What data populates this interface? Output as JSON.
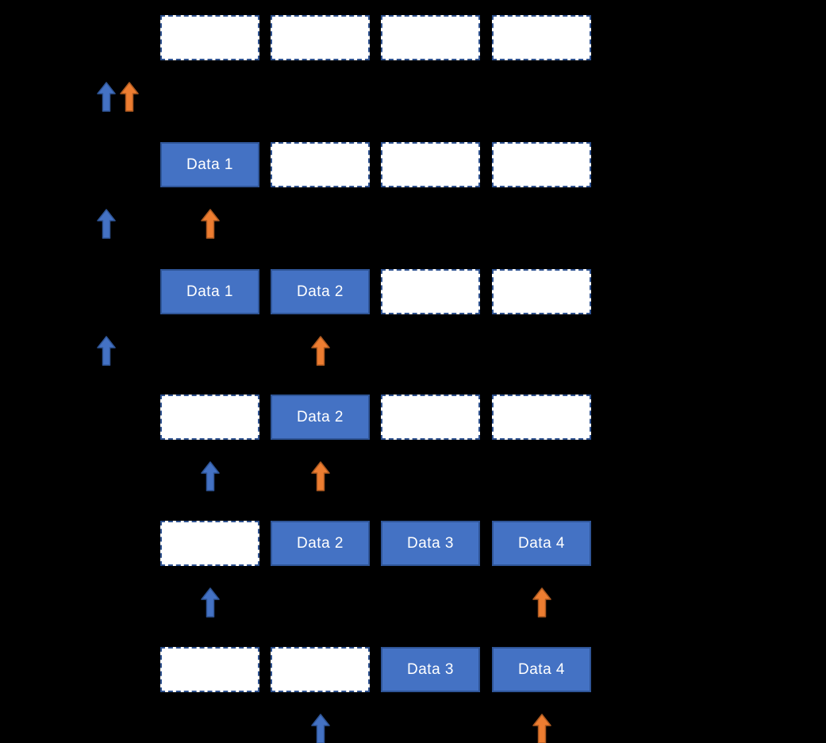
{
  "diagram": {
    "description": "circular-buffer-states",
    "slot_count_per_row": 4,
    "colors": {
      "background": "#000000",
      "empty_slot_fill": "#ffffff",
      "empty_slot_border": "#2F528F",
      "filled_slot_fill": "#4472C4",
      "filled_slot_border": "#2F5597",
      "slot_text": "#ffffff",
      "blue_arrow_fill": "#4472C4",
      "blue_arrow_border": "#2F5597",
      "orange_arrow_fill": "#ED7D31",
      "orange_arrow_border": "#AE5A21"
    },
    "rows": [
      {
        "slots": [
          {
            "label": ""
          },
          {
            "label": ""
          },
          {
            "label": ""
          },
          {
            "label": ""
          }
        ],
        "blue_arrow_at": "left-margin",
        "orange_arrow_at": "left-margin"
      },
      {
        "slots": [
          {
            "label": "Data 1"
          },
          {
            "label": ""
          },
          {
            "label": ""
          },
          {
            "label": ""
          }
        ],
        "blue_arrow_at": "left-margin",
        "orange_arrow_at": 0
      },
      {
        "slots": [
          {
            "label": "Data 1"
          },
          {
            "label": "Data 2"
          },
          {
            "label": ""
          },
          {
            "label": ""
          }
        ],
        "blue_arrow_at": "left-margin",
        "orange_arrow_at": 1
      },
      {
        "slots": [
          {
            "label": ""
          },
          {
            "label": "Data 2"
          },
          {
            "label": ""
          },
          {
            "label": ""
          }
        ],
        "blue_arrow_at": 0,
        "orange_arrow_at": 1
      },
      {
        "slots": [
          {
            "label": ""
          },
          {
            "label": "Data 2"
          },
          {
            "label": "Data 3"
          },
          {
            "label": "Data 4"
          }
        ],
        "blue_arrow_at": 0,
        "orange_arrow_at": 3
      },
      {
        "slots": [
          {
            "label": ""
          },
          {
            "label": ""
          },
          {
            "label": "Data 3"
          },
          {
            "label": "Data 4"
          }
        ],
        "blue_arrow_at": 1,
        "orange_arrow_at": 3
      }
    ]
  }
}
